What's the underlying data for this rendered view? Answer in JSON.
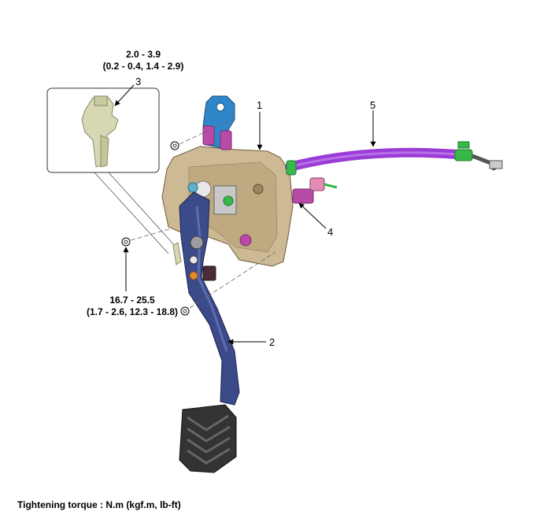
{
  "torque_top": {
    "line1": "2.0 - 3.9",
    "line2": "(0.2 - 0.4, 1.4 - 2.9)"
  },
  "torque_bottom": {
    "line1": "16.7 - 25.5",
    "line2": "(1.7 - 2.6, 12.3 - 18.8)"
  },
  "callouts": [
    "1",
    "2",
    "3",
    "4",
    "5"
  ],
  "footer": "Tightening torque : N.m (kgf.m, lb-ft)",
  "colors": {
    "bracket": "#cdb994",
    "pedal_arm": "#3b4a88",
    "pedal_pad": "#333333",
    "cable": "#9a3cd6",
    "cable_clip": "#37b84a",
    "top_mount": "#2f86c8",
    "switch_bracket": "#d7d7b4",
    "fastener": "#b84aa8"
  }
}
